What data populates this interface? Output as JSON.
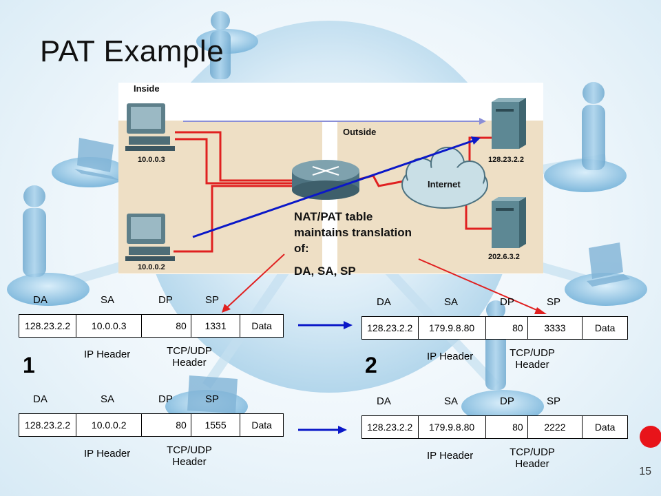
{
  "slide": {
    "title": "PAT Example",
    "page_number": "15"
  },
  "diagram": {
    "inside_label": "Inside",
    "outside_label": "Outside",
    "internet_label": "Internet",
    "hosts": [
      {
        "ip": "10.0.0.3",
        "icon": "desktop-computer-icon"
      },
      {
        "ip": "10.0.0.2",
        "icon": "desktop-computer-icon"
      }
    ],
    "servers": [
      {
        "ip": "128.23.2.2",
        "icon": "server-icon"
      },
      {
        "ip": "202.6.3.2",
        "icon": "server-icon"
      }
    ],
    "router_icon": "router-icon",
    "cloud_icon": "internet-cloud-icon",
    "colors": {
      "inside_bg": "#eedfc5",
      "outside_bg": "#eedfc5",
      "link": "#e02020",
      "flow_arrow": "#0b18c8",
      "return_arrow": "#8a8ed6"
    }
  },
  "nat_note": {
    "lines": [
      "NAT/PAT table",
      "maintains translation",
      "of:"
    ],
    "fields": "DA, SA, SP"
  },
  "column_headers": {
    "da": "DA",
    "sa": "SA",
    "dp": "DP",
    "sp": "SP"
  },
  "packets": [
    {
      "da": "128.23.2.2",
      "sa": "10.0.0.3",
      "dp": "80",
      "sp": "1331",
      "data": "Data"
    },
    {
      "da": "128.23.2.2",
      "sa": "179.9.8.80",
      "dp": "80",
      "sp": "3333",
      "data": "Data"
    },
    {
      "da": "128.23.2.2",
      "sa": "10.0.0.2",
      "dp": "80",
      "sp": "1555",
      "data": "Data"
    },
    {
      "da": "128.23.2.2",
      "sa": "179.9.8.80",
      "dp": "80",
      "sp": "2222",
      "data": "Data"
    }
  ],
  "captions": {
    "ip_header": "IP Header",
    "tcp_udp_line1": "TCP/UDP",
    "tcp_udp_line2": "Header"
  },
  "step_labels": [
    "1",
    "2"
  ]
}
